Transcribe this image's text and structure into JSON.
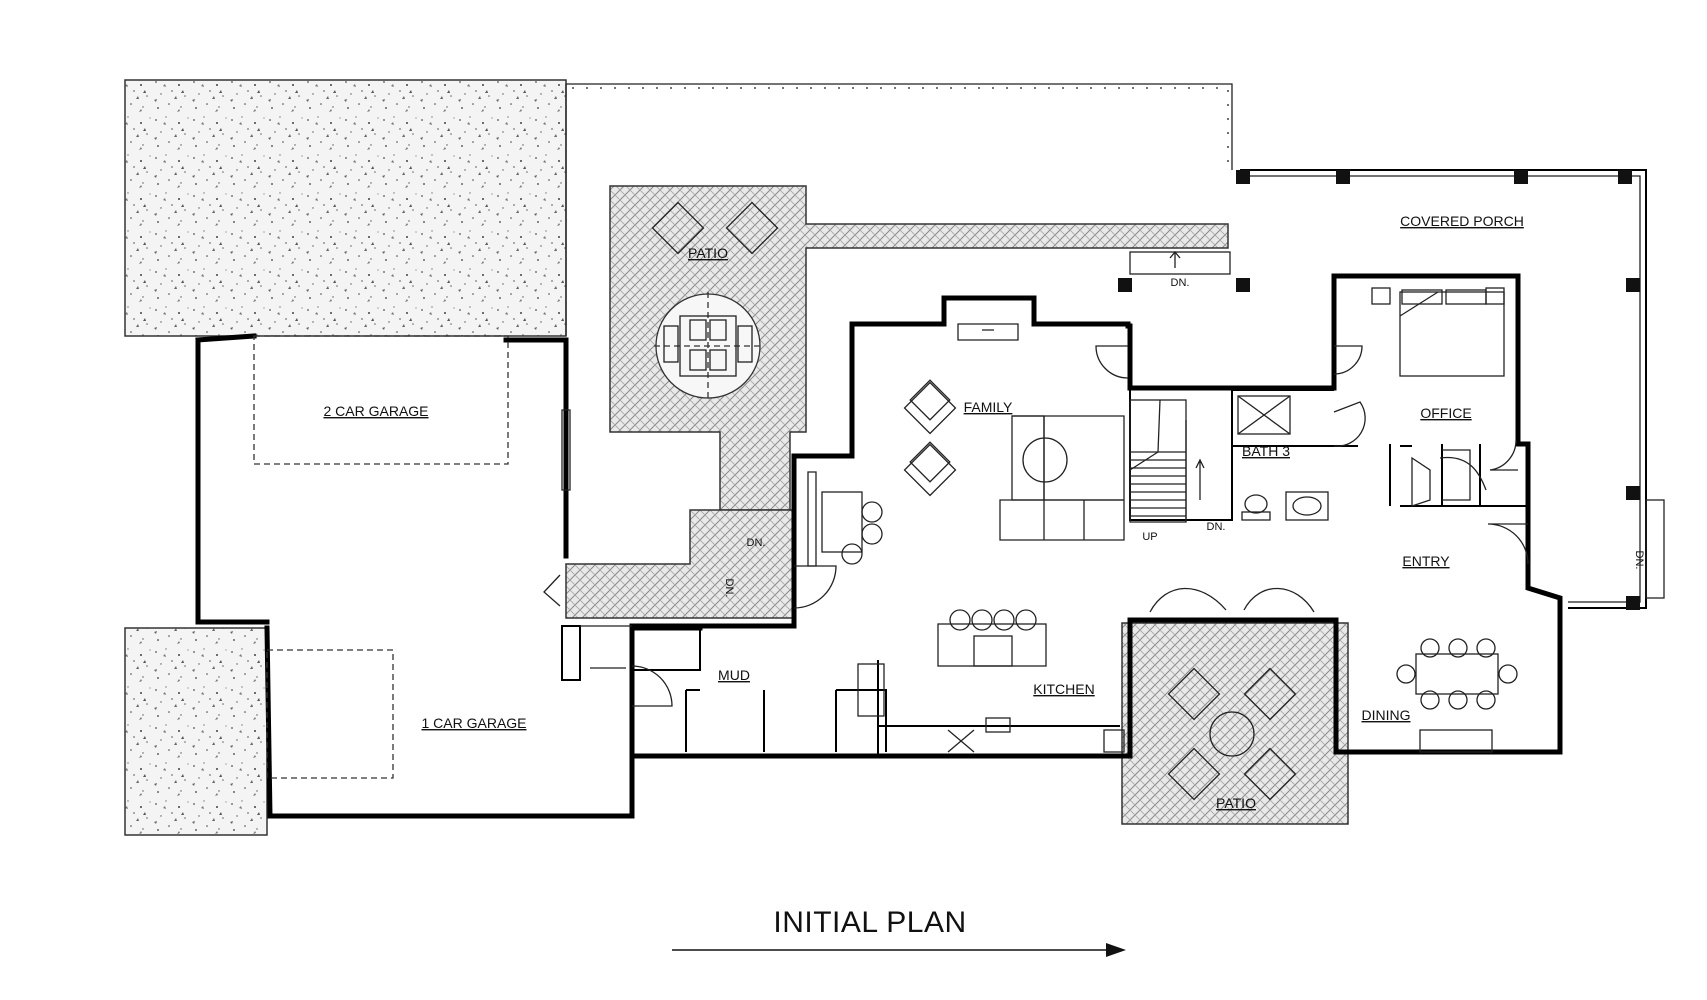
{
  "plan": {
    "title": "INITIAL PLAN",
    "rooms": {
      "covered_porch": "COVERED PORCH",
      "patio_upper": "PATIO",
      "patio_lower": "PATIO",
      "two_car_garage": "2 CAR GARAGE",
      "one_car_garage": "1 CAR GARAGE",
      "family": "FAMILY",
      "office": "OFFICE",
      "bath": "BATH 3",
      "entry": "ENTRY",
      "kitchen": "KITCHEN",
      "dining": "DINING",
      "mud": "MUD"
    },
    "annotations": {
      "dn_porch_top": "DN.",
      "dn_patio_step": "DN.",
      "dn_patio_side": "DN.",
      "dn_stair": "DN.",
      "up_stair": "UP",
      "dn_porch_side": "DN."
    }
  }
}
